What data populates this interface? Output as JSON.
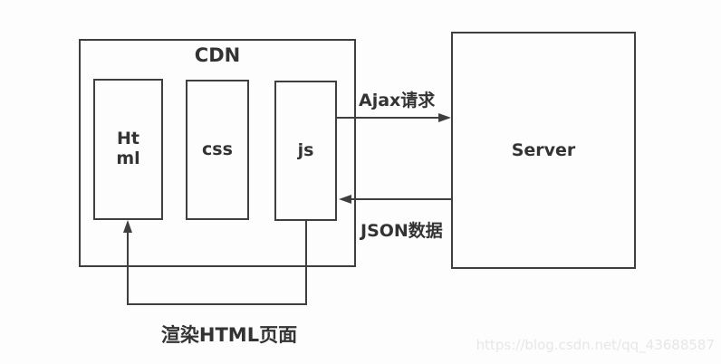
{
  "colors": {
    "line": "#3f3f3f",
    "text": "#333333",
    "watermark": "#e7e7e7",
    "background": "#fdfdfd"
  },
  "cdn": {
    "title": "CDN",
    "nodes": [
      {
        "id": "html",
        "label": "Html"
      },
      {
        "id": "css",
        "label": "css"
      },
      {
        "id": "js",
        "label": "js"
      }
    ]
  },
  "server": {
    "label": "Server"
  },
  "arrows": {
    "ajax_request": {
      "label": "Ajax请求"
    },
    "json_data": {
      "label": "JSON数据"
    },
    "render_html": {
      "label": "渲染HTML页面"
    }
  },
  "watermark": "https://blog.csdn.net/qq_43688587"
}
